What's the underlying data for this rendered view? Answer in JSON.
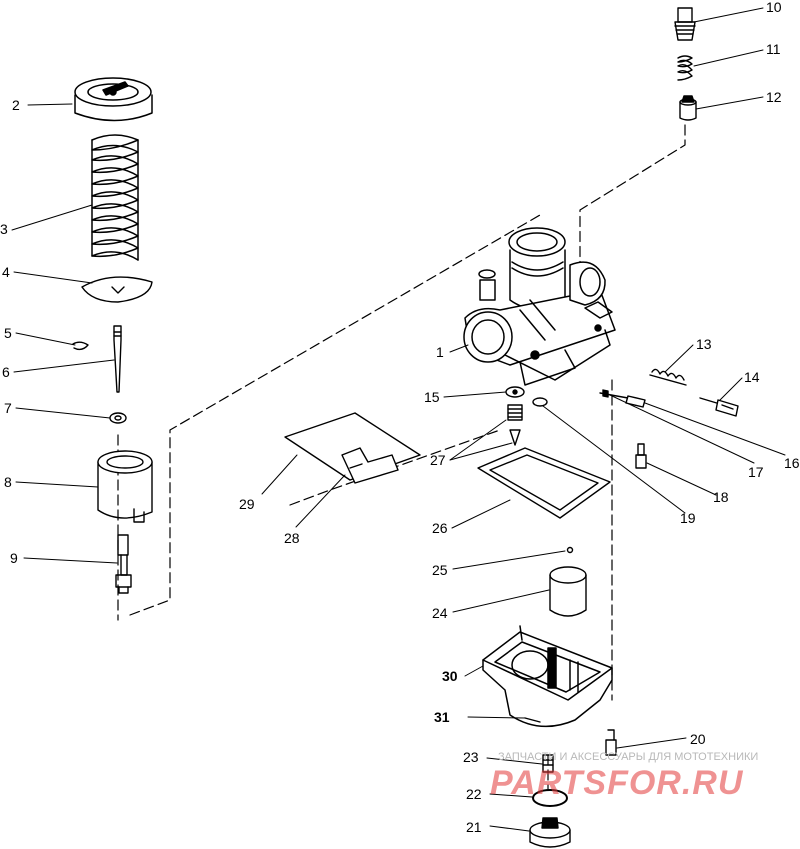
{
  "callouts": [
    "1",
    "2",
    "3",
    "4",
    "5",
    "6",
    "7",
    "8",
    "9",
    "10",
    "11",
    "12",
    "13",
    "14",
    "15",
    "16",
    "17",
    "18",
    "19",
    "20",
    "21",
    "22",
    "23",
    "24",
    "25",
    "26",
    "27",
    "28",
    "29",
    "30",
    "31"
  ],
  "watermark": {
    "site": "PARTSFOR.RU",
    "tagline": "ЗАПЧАСТИ И АКСЕССУАРЫ ДЛЯ МОТОТЕХНИКИ"
  }
}
